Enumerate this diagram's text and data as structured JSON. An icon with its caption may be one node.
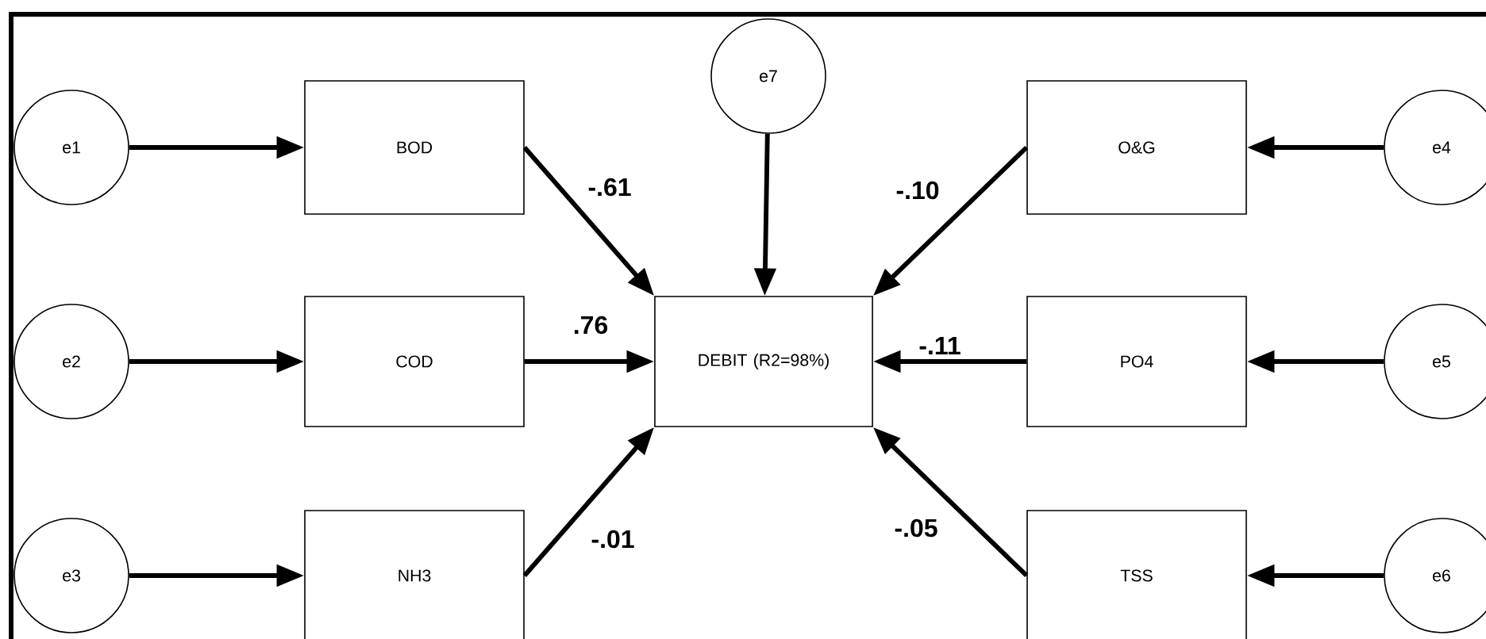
{
  "diagram": {
    "nodes": [
      {
        "text": [
          "e1"
        ]
      },
      {
        "text": [
          "BOD"
        ]
      },
      {
        "text": [
          "e7"
        ]
      },
      {
        "text": [
          "O&G"
        ]
      },
      {
        "text": [
          "e4"
        ]
      },
      {
        "text": [
          "e2"
        ]
      },
      {
        "text": [
          "COD"
        ]
      },
      {
        "text": [
          "DEBIT (R2=98%)"
        ]
      },
      {
        "text": [
          "PO4"
        ]
      },
      {
        "text": [
          "e5"
        ]
      },
      {
        "text": [
          "e3"
        ]
      },
      {
        "text": [
          "NH3"
        ]
      },
      {
        "text": [
          "TSS"
        ]
      },
      {
        "text": [
          "e6"
        ]
      }
    ],
    "edges": [
      {
        "from": 0,
        "to": 1,
        "arrow": "to"
      },
      {
        "from": 5,
        "to": 6,
        "arrow": "to"
      },
      {
        "from": 10,
        "to": 11,
        "arrow": "to"
      },
      {
        "from": 4,
        "to": 3,
        "arrow": "to"
      },
      {
        "from": 9,
        "to": 8,
        "arrow": "to"
      },
      {
        "from": 13,
        "to": 12,
        "arrow": "to"
      },
      {
        "from": 2,
        "to": 7,
        "arrow": "to"
      },
      {
        "from": 1,
        "to": 7,
        "arrow": "to",
        "label": "-.61"
      },
      {
        "from": 6,
        "to": 7,
        "arrow": "to",
        "label": ".76"
      },
      {
        "from": 11,
        "to": 7,
        "arrow": "to",
        "label": "-.01"
      },
      {
        "from": 3,
        "to": 7,
        "arrow": "to",
        "label": "-.10"
      },
      {
        "from": 8,
        "to": 7,
        "arrow": "to",
        "label": "-.11"
      },
      {
        "from": 12,
        "to": 7,
        "arrow": "to",
        "label": "-.05"
      }
    ]
  }
}
